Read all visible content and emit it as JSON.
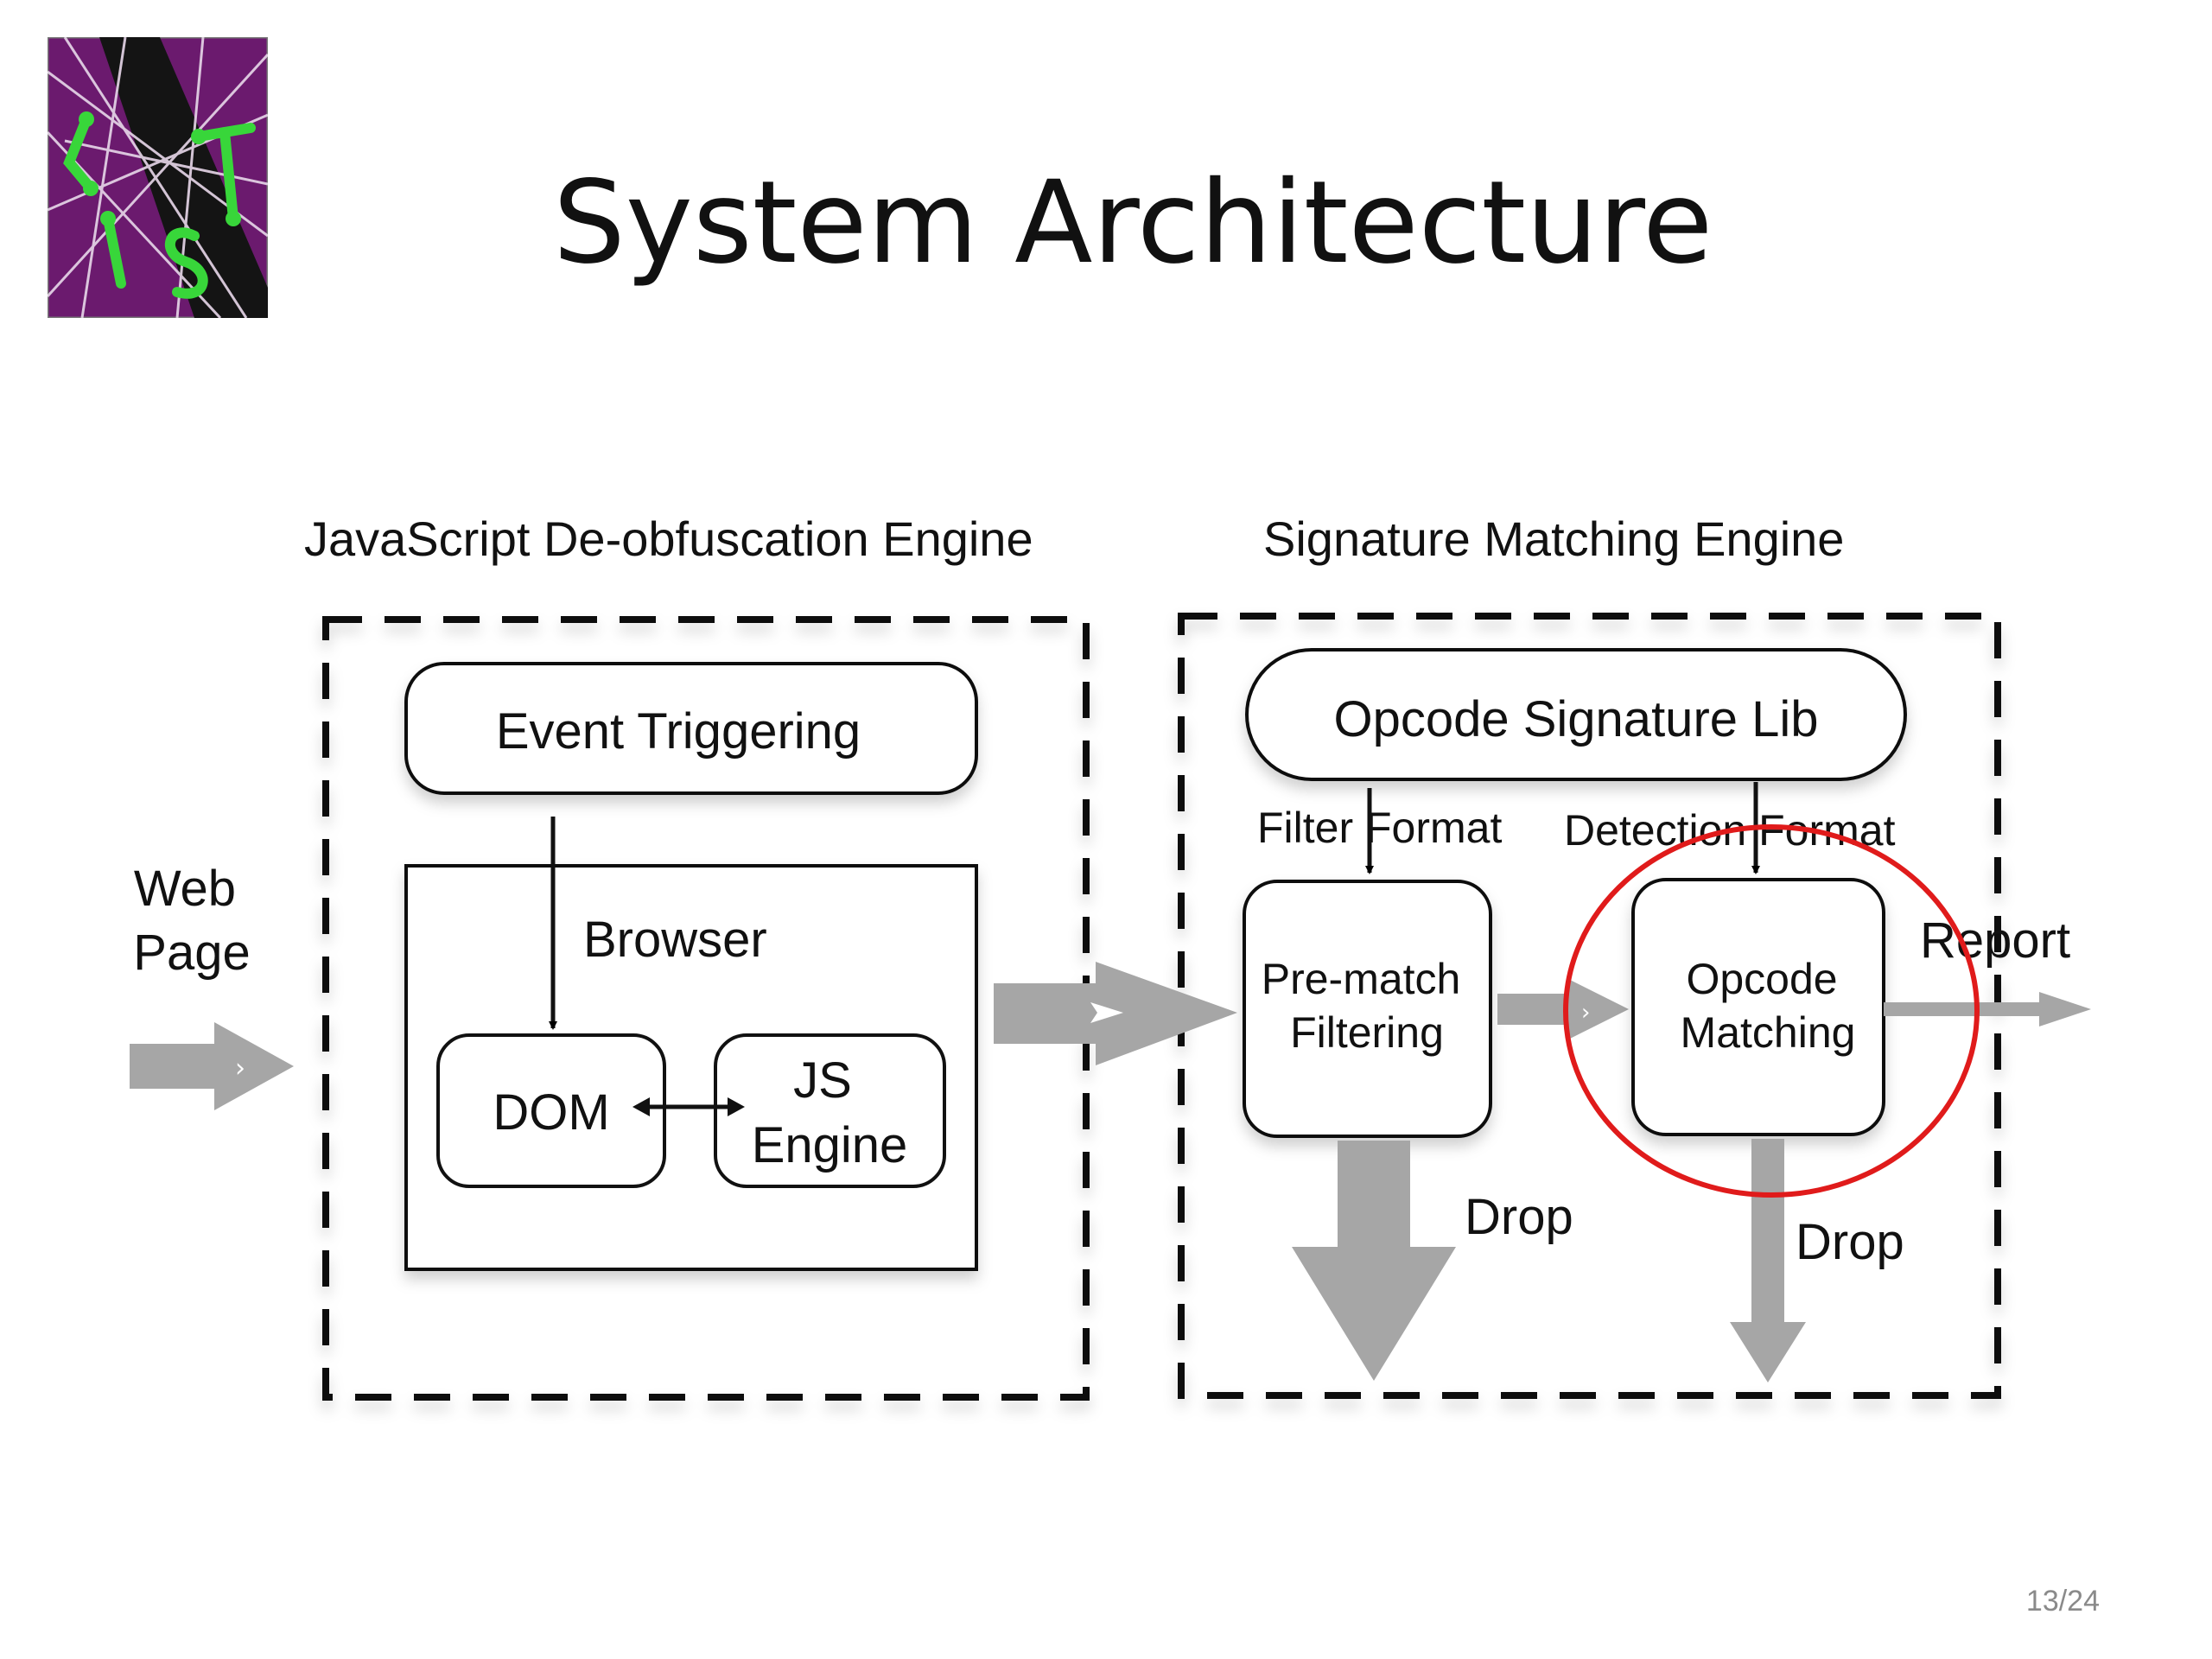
{
  "slide": {
    "title": "System Architecture",
    "page_number": "13/24"
  },
  "diagram": {
    "input_label": [
      "Web",
      "Page"
    ],
    "engine_left": {
      "title": "JavaScript De-obfuscation Engine",
      "event_box": "Event Triggering",
      "browser_label": "Browser",
      "dom_box": "DOM",
      "js_box": [
        "JS",
        "Engine"
      ]
    },
    "engine_right": {
      "title": "Signature Matching Engine",
      "signature_lib": "Opcode Signature Lib",
      "filter_format_label": "Filter Format",
      "detection_format_label": "Detection Format",
      "prematch_box": [
        "Pre-match",
        "Filtering"
      ],
      "matching_box": [
        "Opcode",
        "Matching"
      ],
      "drop_label_1": "Drop",
      "drop_label_2": "Drop",
      "report_label": "Report"
    }
  },
  "colors": {
    "arrow_gray": "#a6a6a6",
    "highlight_red": "#e01b1b",
    "logo_purple": "#6b1a6e",
    "logo_green": "#38d63a"
  }
}
